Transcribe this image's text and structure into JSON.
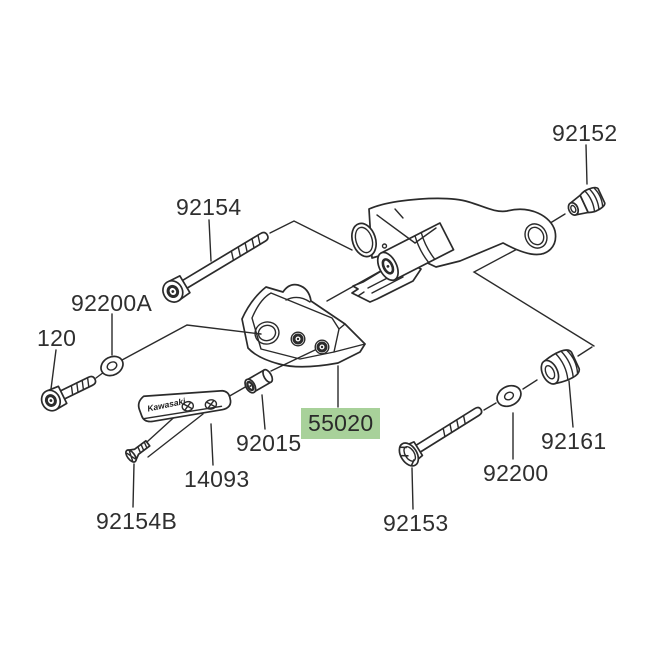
{
  "diagram": {
    "type": "exploded-parts-diagram",
    "background": "#ffffff",
    "line_color": "#2b2b2b",
    "label_color": "#2f2f2f",
    "highlight_color": "#a8d19a",
    "highlighted_part_number": "55020",
    "plate_logo_text": "Kawasaki",
    "labels": {
      "p92152": "92152",
      "p92154": "92154",
      "p92200A": "92200A",
      "p120": "120",
      "p55020": "55020",
      "p92015": "92015",
      "p14093": "14093",
      "p92154B": "92154B",
      "p92153": "92153",
      "p92200": "92200",
      "p92161": "92161"
    }
  }
}
